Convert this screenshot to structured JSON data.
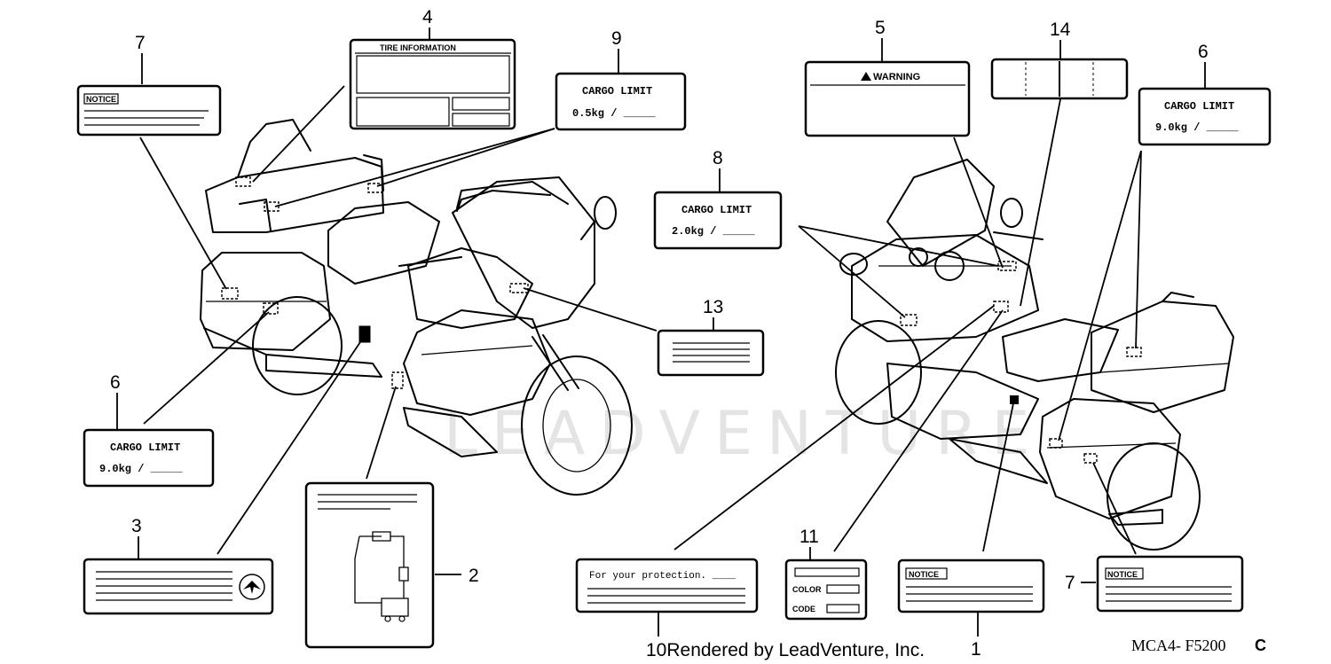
{
  "watermark": {
    "text": "LEADVENTURE"
  },
  "callouts": {
    "n1": "1",
    "n2": "2",
    "n3": "3",
    "n4": "4",
    "n5": "5",
    "n6a": "6",
    "n6b": "6",
    "n7a": "7",
    "n7b": "7",
    "n8": "8",
    "n9": "9",
    "n11": "11",
    "n13": "13",
    "n14": "14"
  },
  "labels": {
    "tire_info": "TIRE INFORMATION",
    "cargo_limit": "CARGO LIMIT",
    "cargo_9_left": "9.0kg  /  _____",
    "cargo_9_right": "9.0kg  /  _____",
    "cargo_05": "0.5kg  /  _____",
    "cargo_2": "2.0kg  /  _____",
    "warning": "WARNING",
    "notice": "NOTICE",
    "protection": "For your protection. ____",
    "color": "COLOR",
    "code": "CODE"
  },
  "footer": {
    "credit": "10Rendered by LeadVenture, Inc.",
    "part_code": "MCA4-  F5200",
    "part_suffix": "C"
  }
}
